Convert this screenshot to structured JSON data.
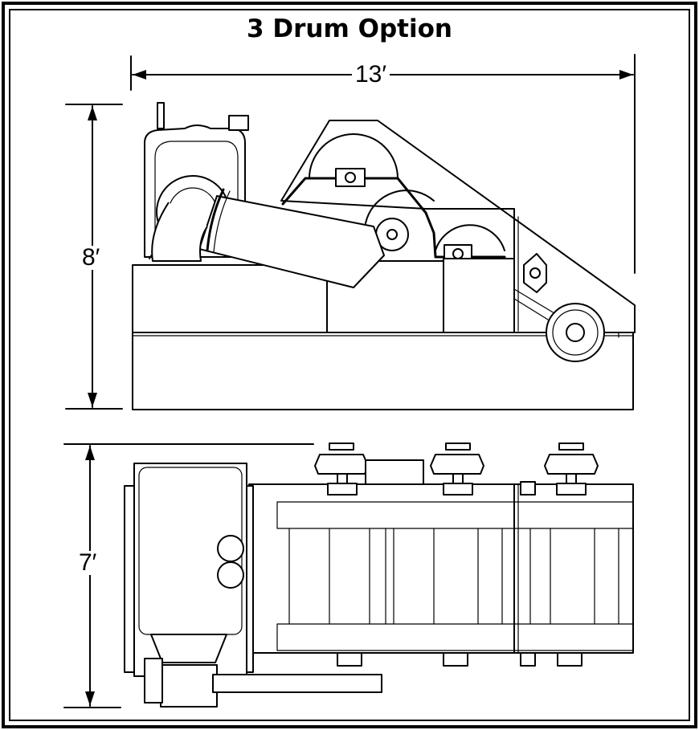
{
  "title": "3 Drum Option",
  "dimensions": {
    "width": "13′",
    "height": "8′",
    "depth": "7′"
  },
  "views": {
    "side": "side-view-drawing",
    "top": "top-view-drawing"
  }
}
